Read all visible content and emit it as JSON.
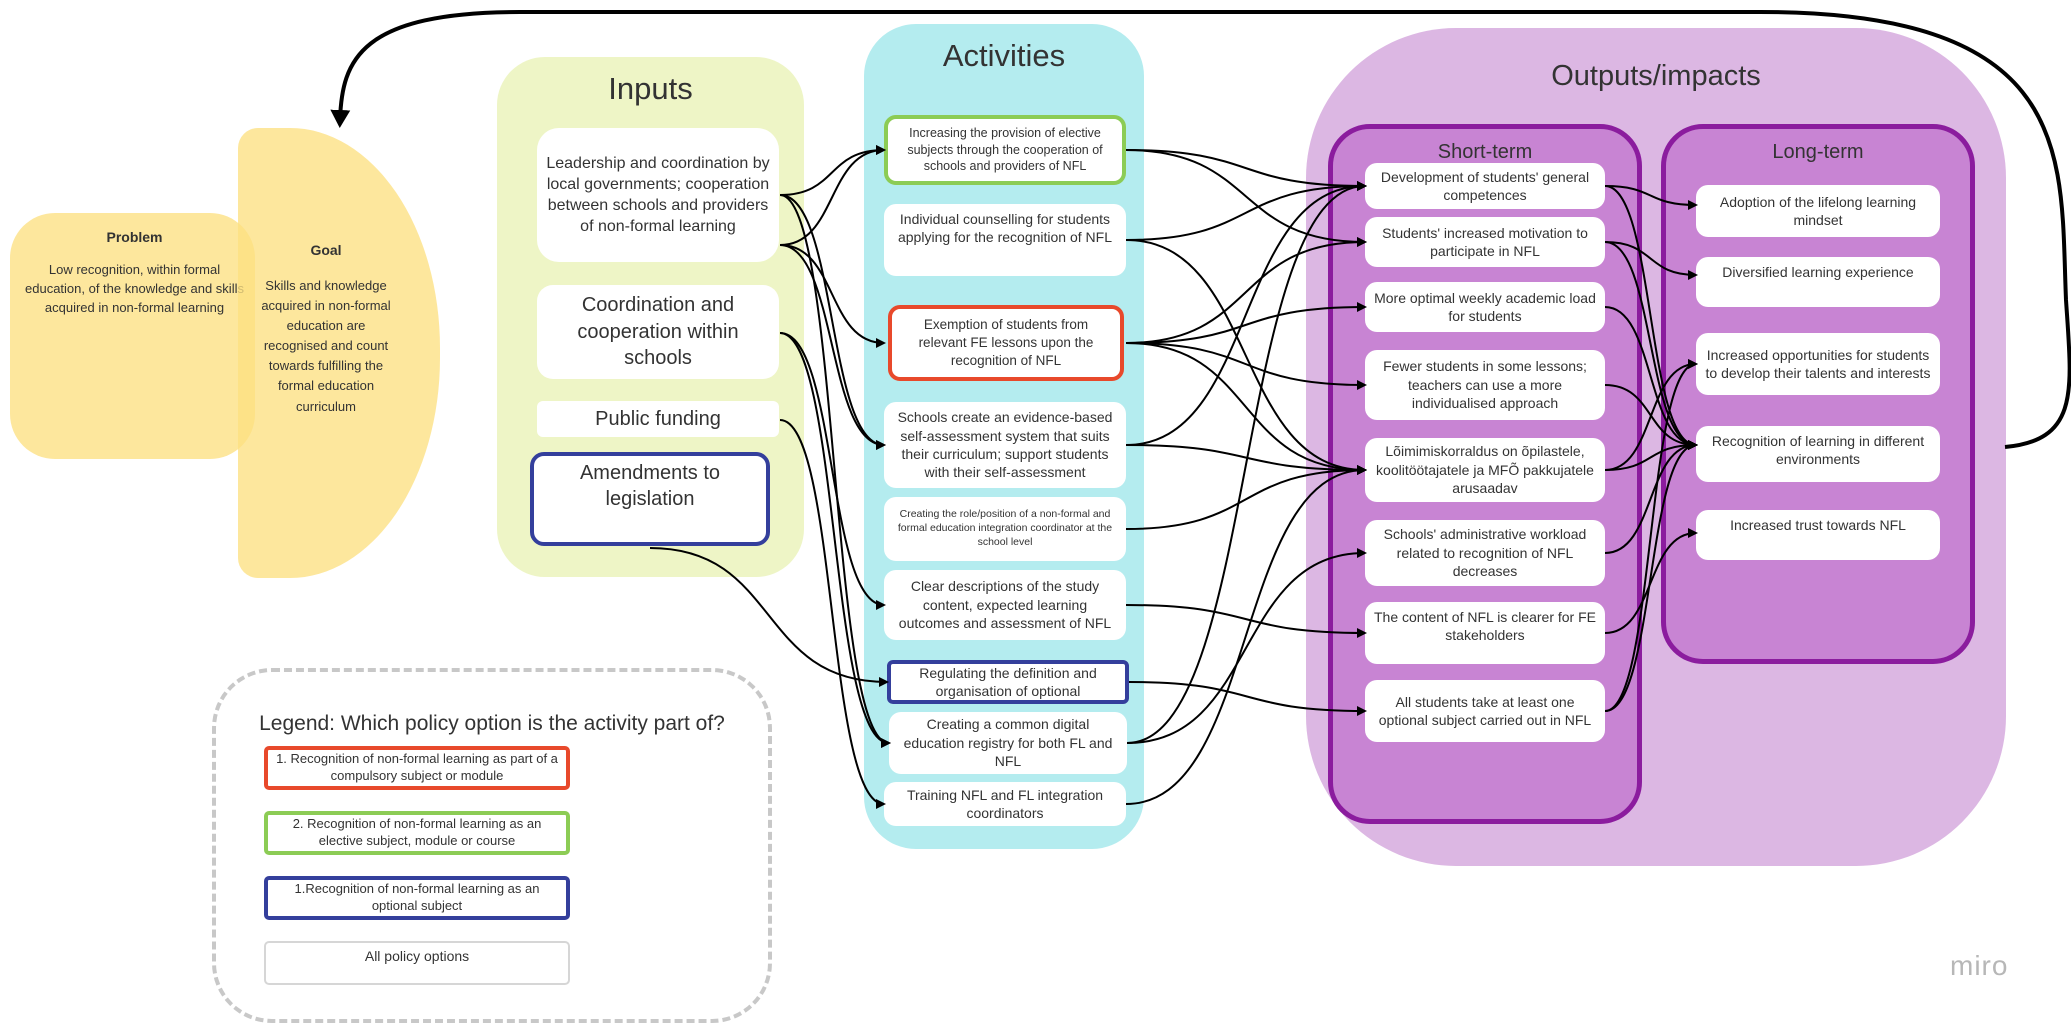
{
  "problem": {
    "title": "Problem",
    "text": "Low recognition, within formal education, of the knowledge and skills acquired in non-formal learning"
  },
  "goal": {
    "title": "Goal",
    "text": "Skills and knowledge acquired in non-formal education are recognised and count towards fulfilling the formal education curriculum"
  },
  "inputs": {
    "title": "Inputs",
    "items": [
      "Leadership and coordination by local governments; cooperation between schools and providers of non-formal learning",
      "Coordination and cooperation within schools",
      "Public funding",
      "Amendments to legislation"
    ]
  },
  "activities": {
    "title": "Activities",
    "items": [
      "Increasing the provision of elective subjects through the cooperation of schools and providers of NFL",
      "Individual counselling for students applying for the recognition of NFL",
      "Exemption of students from relevant FE lessons upon the recognition of NFL",
      "Schools create an evidence-based self-assessment system that suits their curriculum; support students with their self-assessment",
      "Creating the role/position of a non-formal and formal education integration coordinator at the school level",
      "Clear descriptions of the study content, expected learning outcomes and assessment of NFL",
      "Regulating the definition and organisation of optional",
      "Creating a common digital education registry for both FL and NFL",
      "Training NFL and FL integration coordinators"
    ]
  },
  "outputs": {
    "title": "Outputs/impacts",
    "short_term": {
      "title": "Short-term",
      "items": [
        "Development of students' general competences",
        "Students' increased motivation to participate in NFL",
        "More optimal weekly academic load for students",
        "Fewer students in some lessons; teachers can use a more individualised approach",
        "Lõimimiskorraldus on õpilastele, koolitöötajatele ja MFÕ pakkujatele arusaadav",
        "Schools' administrative workload related to recognition of NFL decreases",
        "The content of NFL is clearer for FE stakeholders",
        "All students take at least one optional subject carried out in NFL"
      ]
    },
    "long_term": {
      "title": "Long-term",
      "items": [
        "Adoption of the lifelong learning mindset",
        "Diversified learning experience",
        "Increased opportunities for students to develop their talents and interests",
        "Recognition of learning in different environments",
        "Increased trust towards NFL"
      ]
    }
  },
  "legend": {
    "title": "Legend: Which policy option is the activity part of?",
    "items": [
      "1. Recognition of non-formal learning as part of a compulsory subject or module",
      "2. Recognition of non-formal learning as an elective subject, module or course",
      "1.Recognition of non-formal learning as an optional subject",
      "All policy options"
    ]
  },
  "watermark": "miro",
  "colors": {
    "problem_goal": "#fce597",
    "inputs_panel": "#eef5c6",
    "activities_panel": "#b4ecef",
    "outputs_panel": "#dcb7e3",
    "term_panel": "#c884d3",
    "term_border": "#8b1c9e",
    "red": "#e8492b",
    "green": "#8ccc55",
    "blue": "#343f9c",
    "grey": "#d6d6d6"
  }
}
